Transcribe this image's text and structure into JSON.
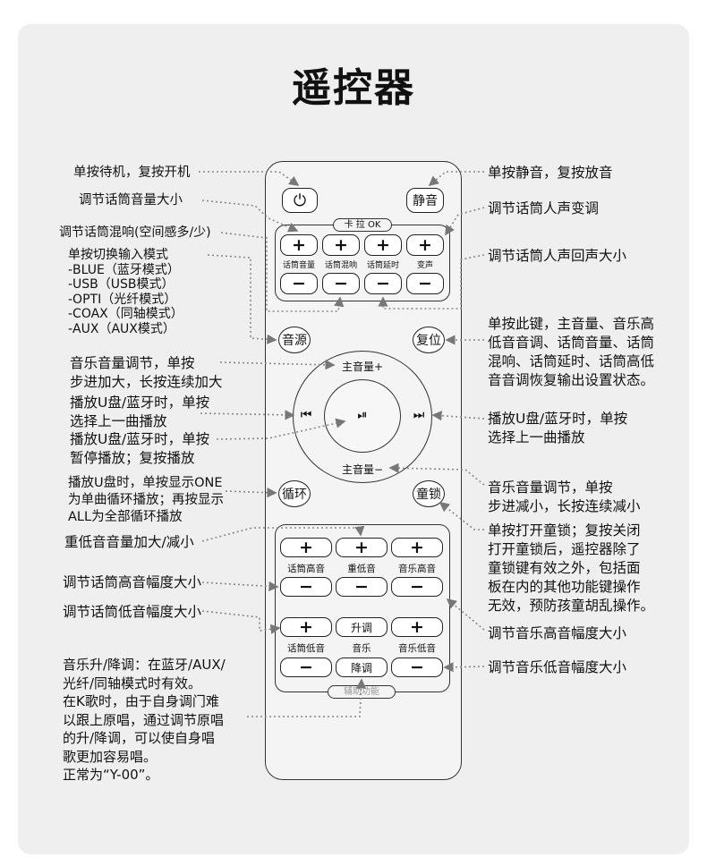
{
  "title": "遥控器",
  "remote": {
    "power_glyph": "⏻",
    "mute": "静音",
    "karaoke_tag": "卡 拉 OK",
    "mic_buttons": [
      {
        "plus": "+",
        "minus": "−",
        "label": "话筒音量"
      },
      {
        "plus": "+",
        "minus": "−",
        "label": "话筒混响"
      },
      {
        "plus": "+",
        "minus": "−",
        "label": "话筒延时"
      },
      {
        "plus": "+",
        "minus": "−",
        "label": "变声"
      }
    ],
    "source": "音源",
    "reset": "复位",
    "vol_up": "主音量+",
    "vol_down": "主音量−",
    "prev": "⏮",
    "play": "⏯",
    "next": "⏭",
    "loop": "循环",
    "child_lock": "童锁",
    "eq_row1": [
      {
        "plus": "+",
        "minus": "−",
        "label": "话筒高音"
      },
      {
        "plus": "+",
        "minus": "−",
        "label": "重低音"
      },
      {
        "plus": "+",
        "minus": "−",
        "label": "音乐高音"
      }
    ],
    "eq_row2": [
      {
        "plus": "+",
        "minus": "−",
        "label": "话筒低音"
      },
      {
        "plus": "升调",
        "minus": "降调",
        "label": "音乐"
      },
      {
        "plus": "+",
        "minus": "−",
        "label": "音乐低音"
      }
    ],
    "aux_tag": "辅助功能"
  },
  "annotations": {
    "standby": "单按待机，复按开机",
    "mic_volume": "调节话筒音量大小",
    "mic_reverb": "调节话筒混响(空间感多/少)",
    "input_mode": "单按切换输入模式\n-BLUE（蓝牙模式）\n-USB（USB模式）\n-OPTI（光纤模式）\n-COAX（同轴模式）\n-AUX（AUX模式）",
    "music_vol_up": "音乐音量调节，单按\n步进加大，长按连续加大",
    "prev_track": "播放U盘/蓝牙时，单按\n选择上一曲播放",
    "pause": "播放U盘/蓝牙时，单按\n暂停播放；复按播放",
    "loop_mode": "播放U盘时，单按显示ONE\n为单曲循环播放；再按显示\nALL为全部循环播放",
    "bass": "重低音音量加大/减小",
    "mic_treble": "调节话筒高音幅度大小",
    "mic_bass": "调节话筒低音幅度大小",
    "key_shift": "音乐升/降调：在蓝牙/AUX/\n光纤/同轴模式时有效。\n在K歌时，由于自身调门难\n以跟上原唱，通过调节原唱\n的升/降调，可以使自身唱\n歌更加容易唱。\n正常为“Y-00”。",
    "mute_note": "单按静音，复按放音",
    "voice_change": "调节话筒人声变调",
    "echo": "调节话筒人声回声大小",
    "reset_note": "单按此键，主音量、音乐高\n低音音调、话筒音量、话筒\n混响、话筒延时、话筒高低\n音音调恢复输出设置状态。",
    "next_track": "播放U盘/蓝牙时，单按\n选择上一曲播放",
    "music_vol_down": "音乐音量调节，单按\n步进减小，长按连续减小",
    "child_lock_note": "单按打开童锁；复按关闭\n打开童锁后，遥控器除了\n童锁键有效之外，包括面\n板在内的其他功能键操作\n无效，预防孩童胡乱操作。",
    "music_treble": "调节音乐高音幅度大小",
    "music_bass": "调节音乐低音幅度大小"
  },
  "colors": {
    "panel": "#efefef",
    "line": "#888888",
    "ink": "#111111"
  }
}
